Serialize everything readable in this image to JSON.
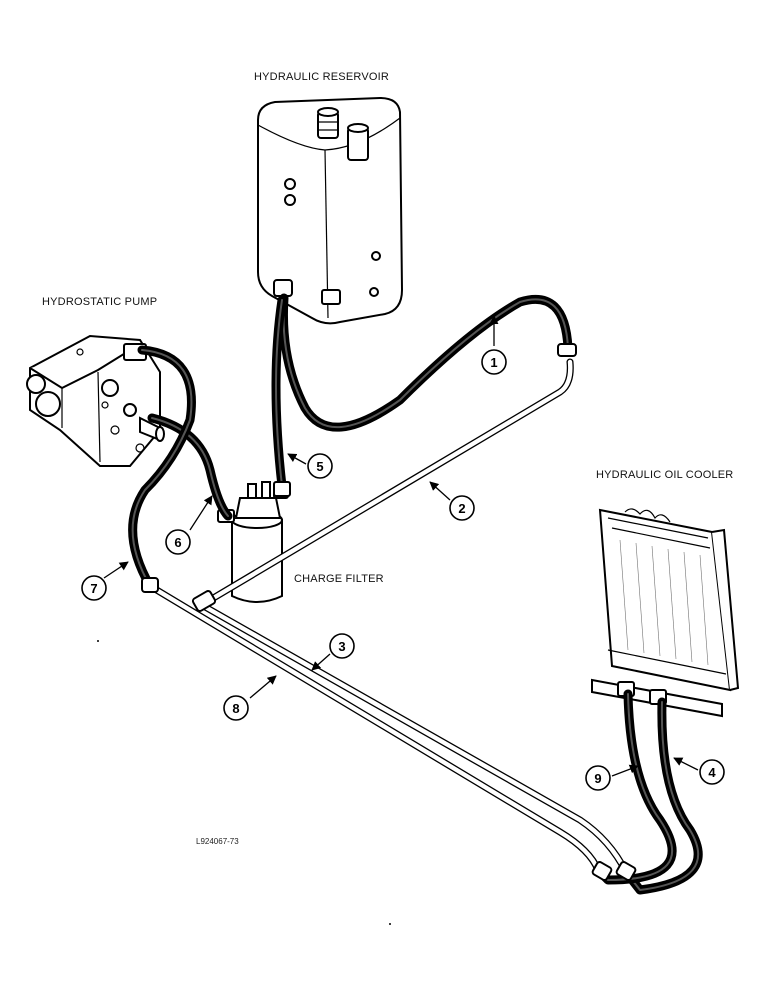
{
  "components": {
    "reservoir": "HYDRAULIC RESERVOIR",
    "pump": "HYDROSTATIC PUMP",
    "cooler": "HYDRAULIC OIL COOLER",
    "filter": "CHARGE FILTER"
  },
  "callouts": [
    "1",
    "2",
    "3",
    "4",
    "5",
    "6",
    "7",
    "8",
    "9"
  ],
  "reference_code": "L924067-73",
  "colors": {
    "line": "#000000",
    "background": "#ffffff"
  }
}
